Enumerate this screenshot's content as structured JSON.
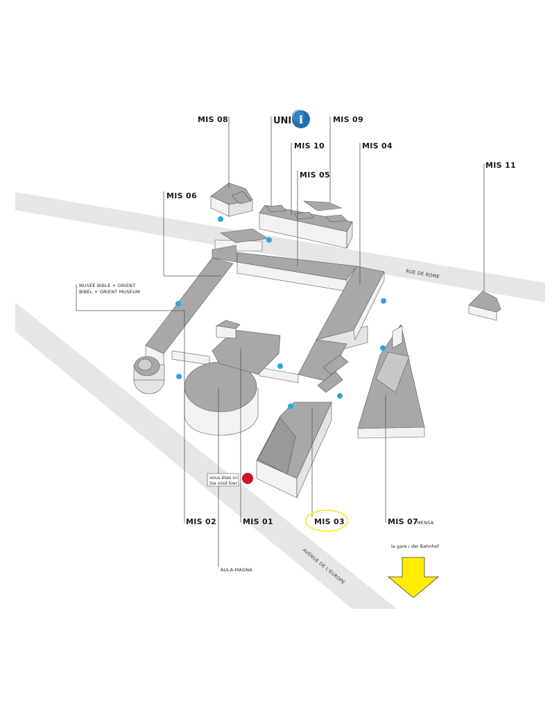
{
  "buildings": {
    "mis08": "MIS 08",
    "uni": "UNI",
    "mis09": "MIS 09",
    "mis10": "MIS 10",
    "mis04": "MIS 04",
    "mis05": "MIS 05",
    "mis11": "MIS 11",
    "mis06": "MIS 06",
    "mis02": "MIS 02",
    "mis01": "MIS 01",
    "mis03": "MIS 03",
    "mis07": "MIS 07",
    "mensa": "MENSA"
  },
  "museum": {
    "line1": "MUSÉE BIBLE + ORIENT",
    "line2": "BIBEL + ORIENT MUSEUM"
  },
  "aula": "AULA-MAGNA",
  "streets": {
    "rome": "RUE DE ROME",
    "europe": "AVENUE DE L'EUROPE"
  },
  "you_are_here": {
    "line1": "vous êtes ici",
    "line2": "Sie sind hier"
  },
  "station": "la gare / der Bahnhof",
  "info_icon": "i",
  "colors": {
    "road": "#e6e6e6",
    "roof": "#a8a8a8",
    "marker": "#d0102a",
    "highlight": "#f2ea1a",
    "arrow": "#ffee00",
    "info": "#1f6fb0",
    "entrance": "#2aa7de"
  }
}
